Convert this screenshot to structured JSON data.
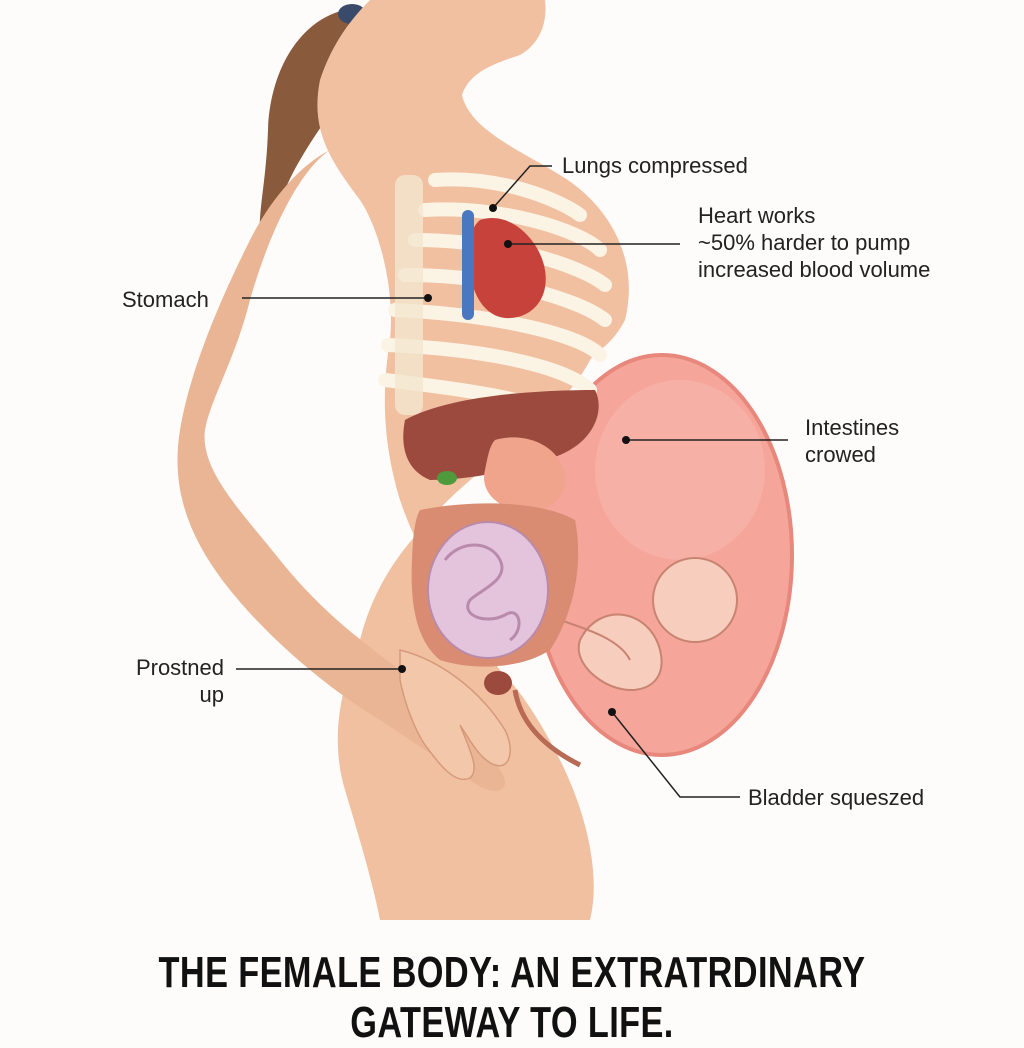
{
  "labels": {
    "lungs": "Lungs compressed",
    "heart": [
      "Heart works",
      "~50% harder to pump",
      "increased blood volume"
    ],
    "stomach": "Stomach",
    "intestines": [
      "Intestines",
      "crowed"
    ],
    "prostned": [
      "Prostned",
      "up"
    ],
    "bladder": "Bladder squeszed"
  },
  "footer": {
    "title": "THE FEMALE BODY: AN EXTRATRDINARY GATEWAY TO LIFE."
  },
  "colors": {
    "skin": "#f1c0a1",
    "skin_shadow": "#e3a888",
    "hair": "#8a5a3c",
    "ribs": "#fbf3e4",
    "uterus": "#f5a59a",
    "intestine_small": "#e4c3dc",
    "intestine_large": "#d98c72",
    "liver": "#9c4a3e",
    "heart": "#c6423a",
    "vein": "#4a78c0",
    "gallbladder": "#4f9a3a"
  }
}
